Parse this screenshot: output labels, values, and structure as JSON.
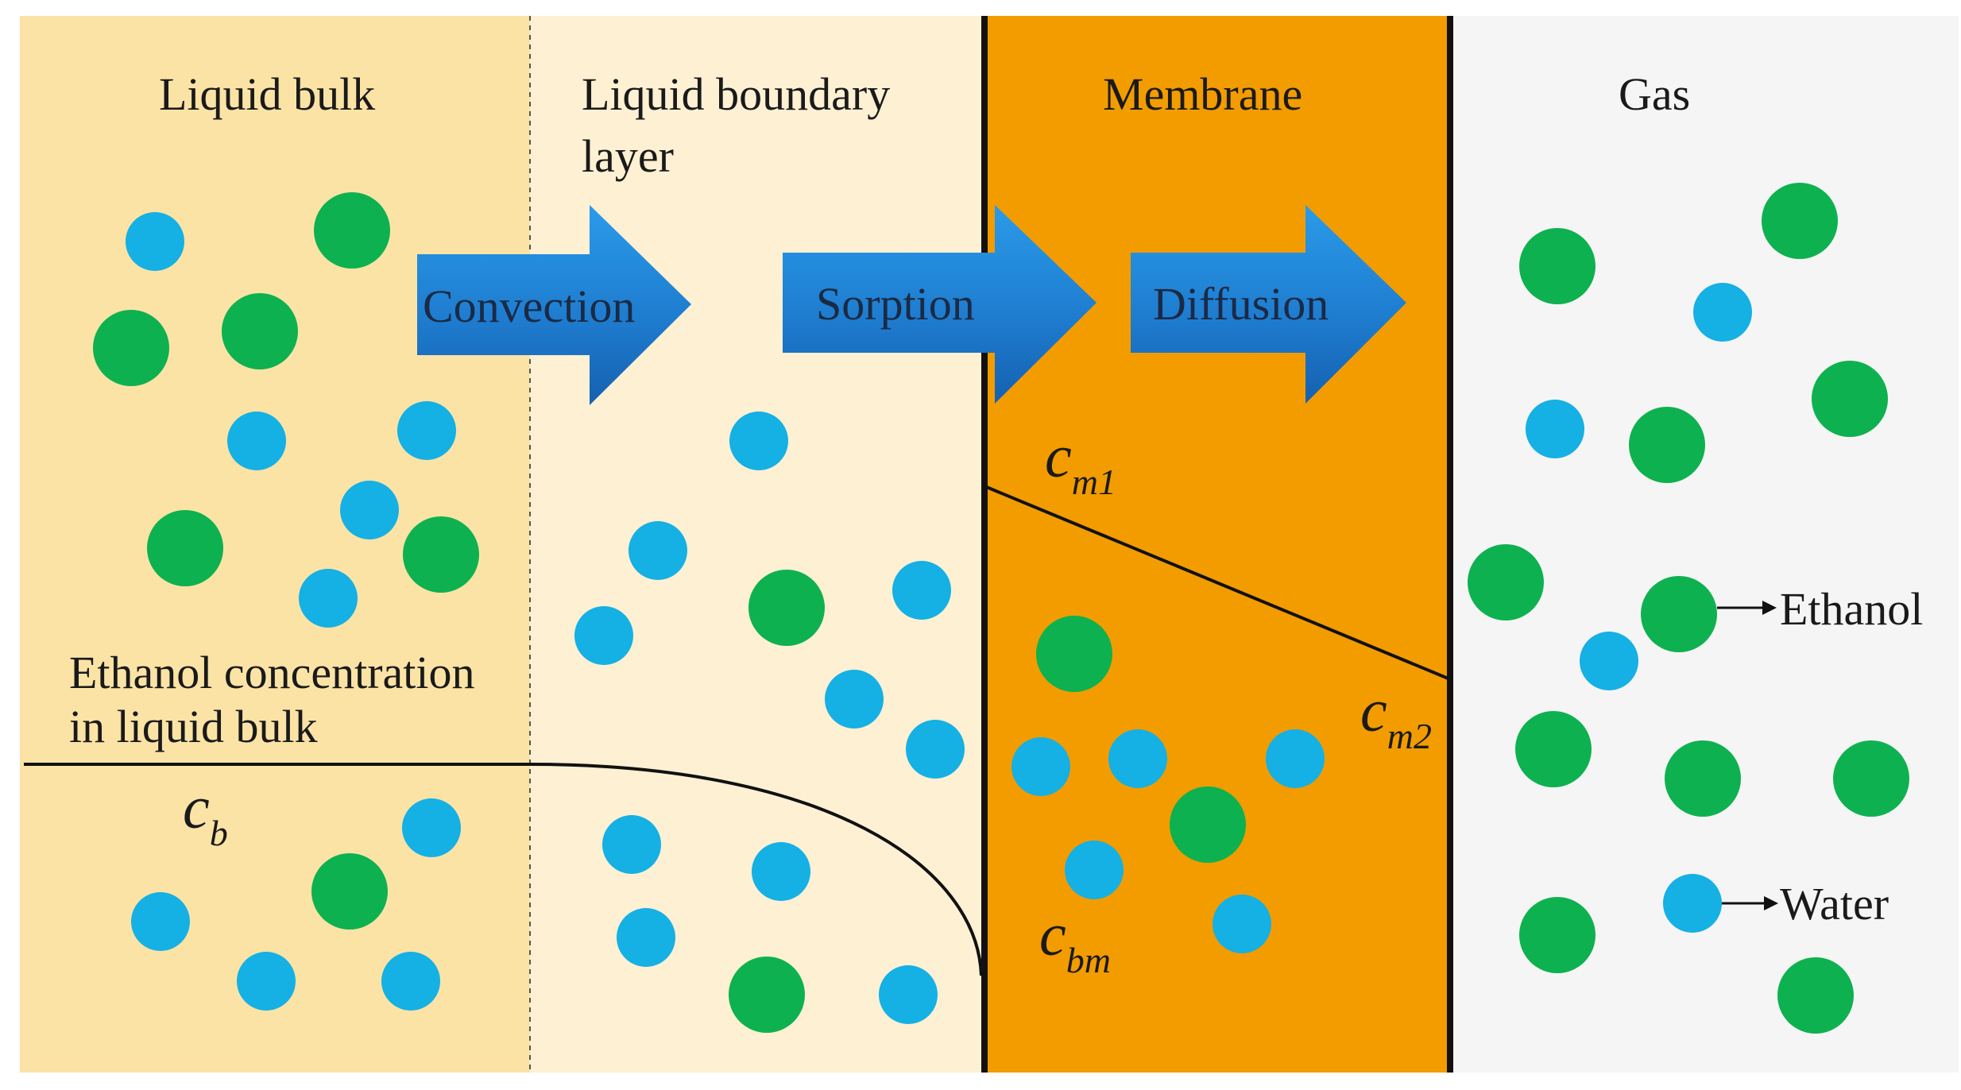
{
  "regions": {
    "liquid_bulk": "Liquid bulk",
    "boundary_line1": "Liquid boundary",
    "boundary_line2": "layer",
    "membrane": "Membrane",
    "gas": "Gas"
  },
  "processes": {
    "convection": "Convection",
    "sorption": "Sorption",
    "diffusion": "Diffusion"
  },
  "bulk_note": {
    "line1": "Ethanol concentration",
    "line2": "in liquid bulk"
  },
  "concentrations": {
    "cb": {
      "base": "c",
      "sub": "b"
    },
    "cm1": {
      "base": "c",
      "sub": "m1"
    },
    "cm2": {
      "base": "c",
      "sub": "m2"
    },
    "cbm": {
      "base": "c",
      "sub": "bm"
    }
  },
  "legend": {
    "ethanol": "Ethanol",
    "water": "Water"
  },
  "colors": {
    "ethanol": "#0eb14f",
    "water": "#15b0e4",
    "liquid_bulk_bg": "#fbe3a6",
    "boundary_bg": "#fdf0d3",
    "membrane_bg": "#f29c00",
    "gas_bg": "#f5f5f5",
    "arrow": "#1f7dd0"
  }
}
